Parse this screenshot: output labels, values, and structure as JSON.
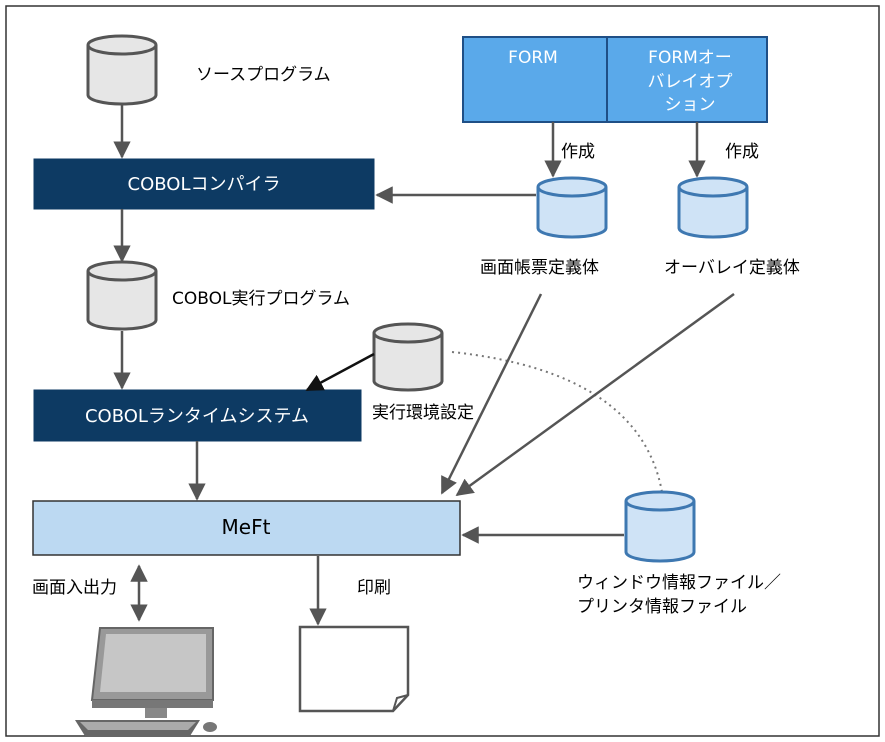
{
  "nodes": {
    "source": "ソースプログラム",
    "compiler": "COBOLコンパイラ",
    "exec_program": "COBOL実行プログラム",
    "runtime": "COBOLランタイムシステム",
    "env_settings": "実行環境設定",
    "meft": "MeFt",
    "form": "FORM",
    "form_overlay_line1": "FORMオー",
    "form_overlay_line2": "バレイオプ",
    "form_overlay_line3": "ション",
    "create_left": "作成",
    "create_right": "作成",
    "screen_form_def": "画面帳票定義体",
    "overlay_def": "オーバレイ定義体",
    "screen_io": "画面入出力",
    "print": "印刷",
    "window_info_line1": "ウィンドウ情報ファイル／",
    "window_info_line2": "プリンタ情報ファイル"
  },
  "colors": {
    "dark_box": "#0d3a63",
    "light_box": "#bcd9f2",
    "form_box": "#5aa9ea",
    "db_gray": "#e6e6e6",
    "db_blue": "#cfe3f6",
    "arrow": "#555555",
    "border": "#333333"
  }
}
